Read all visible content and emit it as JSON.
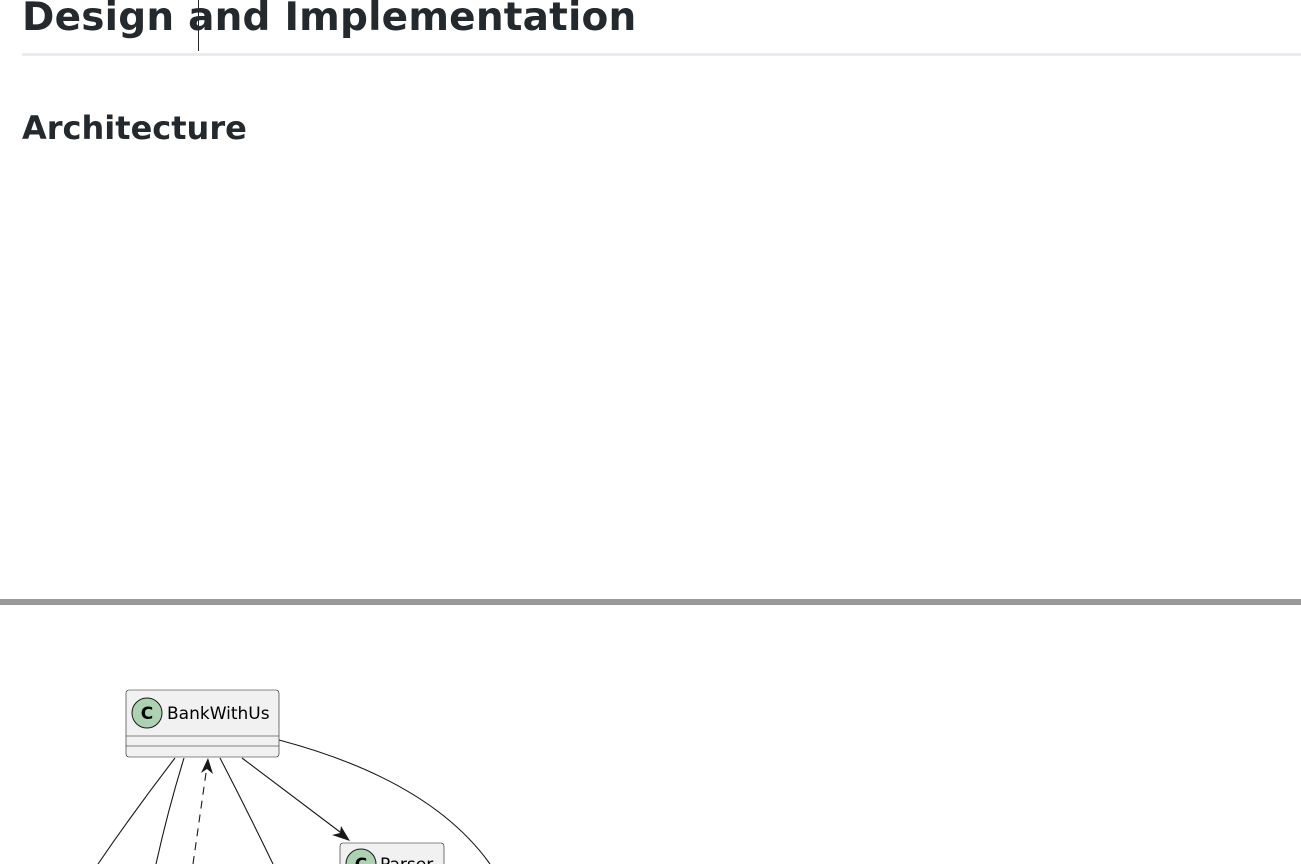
{
  "document": {
    "title": "Design and Implementation",
    "section_heading": "Architecture"
  },
  "diagram": {
    "classes": [
      {
        "name": "BankWithUs",
        "badge": "C"
      },
      {
        "name": "Parser",
        "badge": "C"
      }
    ],
    "badge_color": "#add1b2"
  }
}
